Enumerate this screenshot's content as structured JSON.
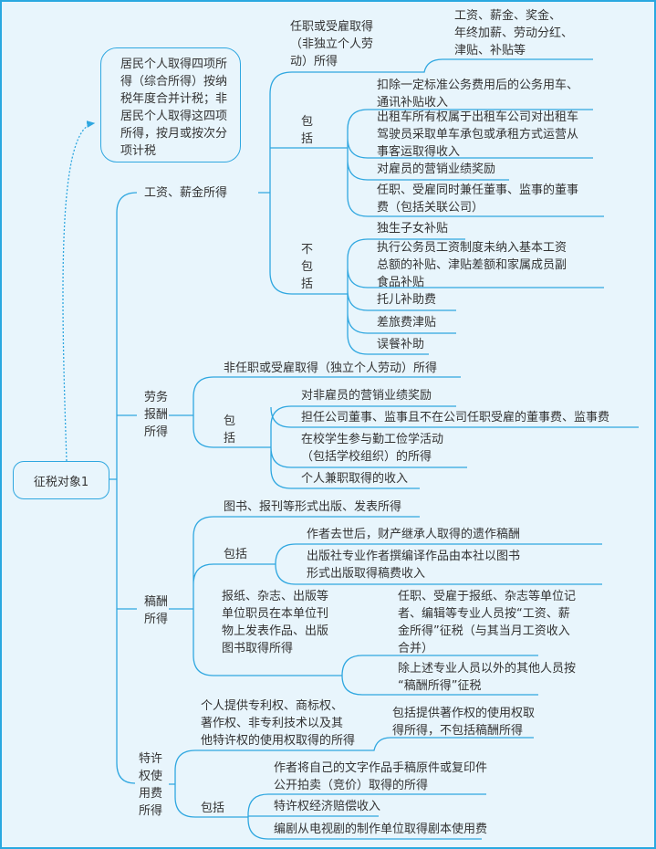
{
  "root": "征税对象1",
  "note": "居民个人取得四项所得（综合所得）按纳税年度合并计税；非居民个人取得这四项所得，按月或按次分项计税",
  "wages": {
    "label": "工资、薪金所得",
    "employment": "任职或受雇取得\n（非独立个人劳\n动）所得",
    "employment_detail": "工资、薪金、奖金、\n年终加薪、劳动分红、\n津贴、补贴等",
    "include_label": "包\n括",
    "include": [
      "扣除一定标准公务费用后的公务用车、\n通讯补贴收入",
      "出租车所有权属于出租车公司对出租车\n驾驶员采取单车承包或承租方式运营从\n事客运取得收入",
      "对雇员的营销业绩奖励",
      "任职、受雇同时兼任董事、监事的董事\n费（包括关联公司）"
    ],
    "exclude_label": "不\n包\n括",
    "exclude": [
      "独生子女补贴",
      "执行公务员工资制度未纳入基本工资\n总额的补贴、津贴差额和家属成员副\n食品补贴",
      "托儿补助费",
      "差旅费津贴",
      "误餐补助"
    ]
  },
  "labor": {
    "label": "劳务\n报酬\n所得",
    "independent": "非任职或受雇取得（独立个人劳动）所得",
    "include_label": "包\n括",
    "include": [
      "对非雇员的营销业绩奖励",
      "担任公司董事、监事且不在公司任职受雇的董事费、监事费",
      "在校学生参与勤工俭学活动\n（包括学校组织）的所得",
      "个人兼职取得的收入"
    ]
  },
  "royalty": {
    "label": "稿酬\n所得",
    "publish": "图书、报刊等形式出版、发表所得",
    "include_label": "包括",
    "include": [
      "作者去世后，财产继承人取得的遗作稿酬",
      "出版社专业作者撰编译作品由本社以图书\n形式出版取得稿费收入"
    ],
    "staff": "报纸、杂志、出版等\n单位职员在本单位刊\n物上发表作品、出版\n图书取得所得",
    "staff_cases": [
      "任职、受雇于报纸、杂志等单位记\n者、编辑等专业人员按“工资、薪\n金所得”征税（与其当月工资收入\n合并）",
      "除上述专业人员以外的其他人员按\n“稿酬所得”征税"
    ]
  },
  "franchise": {
    "label": "特许\n权使\n用费\n所得",
    "rights": "个人提供专利权、商标权、\n著作权、非专利技术以及其\n他特许权的使用权取得的所得",
    "rights_detail": "包括提供著作权的使用权取\n得所得，不包括稿酬所得",
    "include_label": "包括",
    "include": [
      "作者将自己的文字作品手稿原件或复印件\n公开拍卖（竞价）取得的所得",
      "特许权经济赔偿收入",
      "编剧从电视剧的制作单位取得剧本使用费"
    ]
  },
  "colors": {
    "line": "#2fa7e0",
    "background": "#e8f5fc",
    "text": "#333333"
  }
}
